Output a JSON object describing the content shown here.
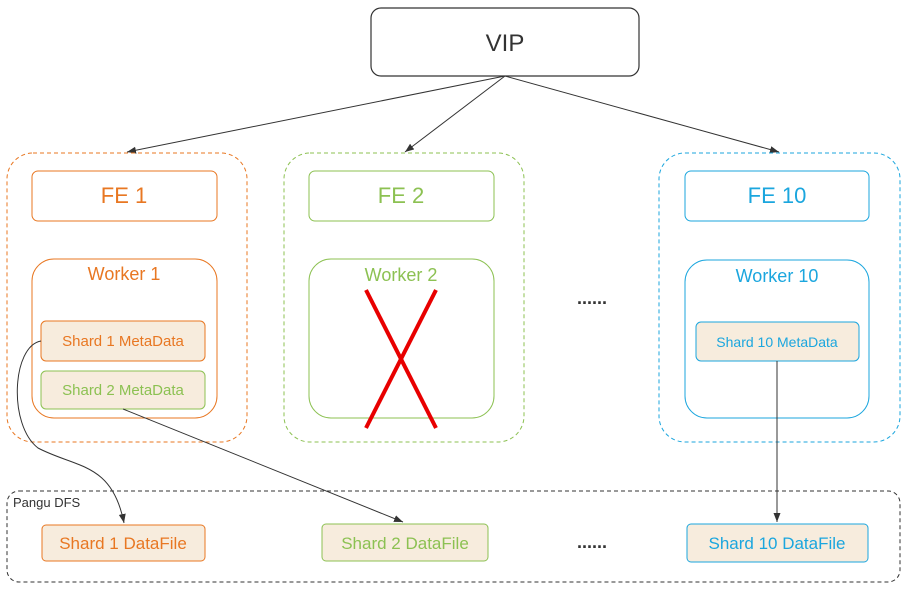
{
  "colors": {
    "orange": "#e87722",
    "green": "#8cc152",
    "blue": "#1ba6de",
    "shard_fill": "#f7ecdd",
    "cross": "#e80000",
    "line": "#333333"
  },
  "vip": {
    "label": "VIP"
  },
  "nodes": [
    {
      "fe_label": "FE 1",
      "worker_label": "Worker 1",
      "color": "#e87722",
      "shards": [
        {
          "label": "Shard 1 MetaData",
          "color": "#e87722"
        },
        {
          "label": "Shard 2 MetaData",
          "color": "#8cc152"
        }
      ],
      "failed": false
    },
    {
      "fe_label": "FE 2",
      "worker_label": "Worker 2",
      "color": "#8cc152",
      "shards": [],
      "failed": true
    },
    {
      "fe_label": "FE 10",
      "worker_label": "Worker 10",
      "color": "#1ba6de",
      "shards": [
        {
          "label": "Shard 10 MetaData",
          "color": "#1ba6de"
        }
      ],
      "failed": false
    }
  ],
  "ellipsis_nodes": "......",
  "dfs": {
    "label": "Pangu DFS",
    "ellipsis": "......",
    "files": [
      {
        "label": "Shard 1 DataFile",
        "color": "#e87722"
      },
      {
        "label": "Shard 2 DataFile",
        "color": "#8cc152"
      },
      {
        "label": "Shard 10 DataFile",
        "color": "#1ba6de"
      }
    ]
  }
}
